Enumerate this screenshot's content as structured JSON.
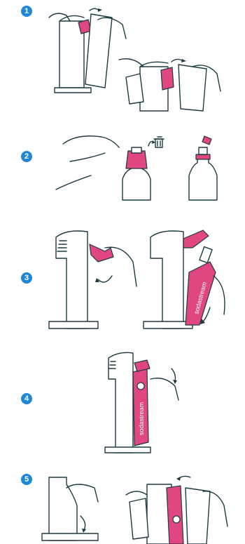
{
  "steps": [
    {
      "number": "1"
    },
    {
      "number": "2"
    },
    {
      "number": "3"
    },
    {
      "number": "4"
    },
    {
      "number": "5"
    }
  ],
  "bottle_brand": "sodastream",
  "colors": {
    "badge": "#1e88d6",
    "accent": "#e0467f",
    "line": "#1d3a42"
  },
  "icons": [
    "trash-icon",
    "arrow-icon",
    "hand-icon"
  ]
}
